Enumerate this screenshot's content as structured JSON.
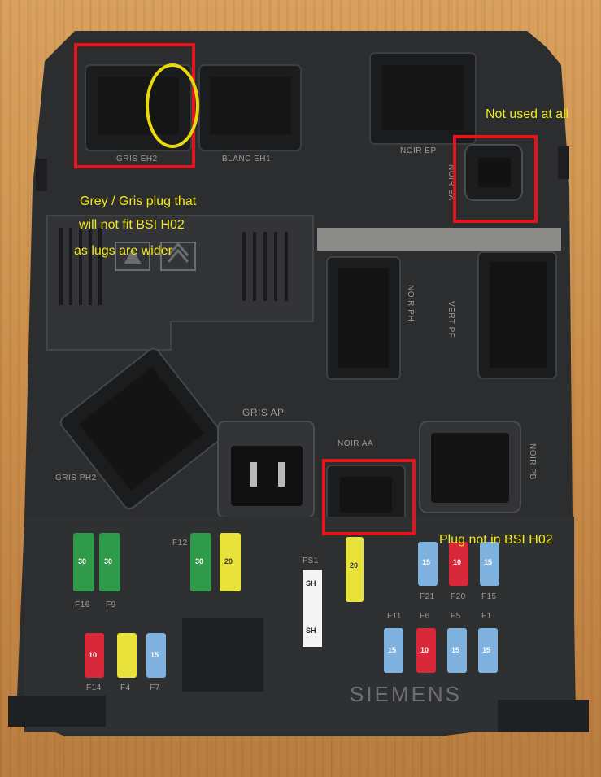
{
  "box_labels": {
    "gris_eh2": "GRIS EH2",
    "blanc_eh1": "BLANC EH1",
    "noir_ep": "NOIR EP",
    "noir_ea": "NOIR EA",
    "noir_ph": "NOIR PH",
    "vert_pf": "VERT PF",
    "gris_ph2": "GRIS PH2",
    "gris_ap": "GRIS AP",
    "noir_aa": "NOIR AA",
    "noir_pb": "NOIR PB",
    "brand": "SIEMENS"
  },
  "fuse_labels": {
    "f16": "F16",
    "f9": "F9",
    "f12": "F12",
    "f21": "F21",
    "f20": "F20",
    "f15": "F15",
    "f11": "F11",
    "f6": "F6",
    "f5": "F5",
    "f1": "F1",
    "f14": "F14",
    "f4": "F4",
    "f7": "F7",
    "fs1": "FS1",
    "sh": "SH"
  },
  "fuse_values": {
    "v30": "30",
    "v20": "20",
    "v15": "15",
    "v10": "10"
  },
  "annotations": {
    "not_used": "Not used at all",
    "grey_line1": "Grey / Gris plug that",
    "grey_line2": "will not fit BSI H02",
    "grey_line3": "as lugs are wider",
    "plug_not": "Plug not in BSI H02"
  },
  "colors": {
    "wood": "#c98c49",
    "housing": "#2c2d2f",
    "annotation_red": "#e3141c",
    "annotation_yellow": "#f2e81a",
    "fuse_green": "#2f9a4a",
    "fuse_yellow": "#e8e23a",
    "fuse_blue": "#7fb2de",
    "fuse_red": "#d8283a"
  }
}
